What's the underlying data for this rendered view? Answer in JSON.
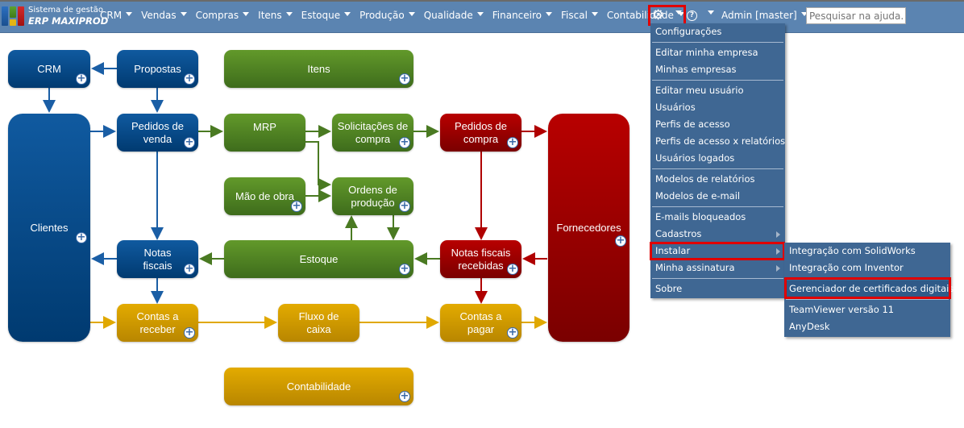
{
  "brand": {
    "line1": "Sistema de gestão",
    "line2": "ERP MAXIPROD"
  },
  "nav": [
    {
      "label": "CRM"
    },
    {
      "label": "Vendas"
    },
    {
      "label": "Compras"
    },
    {
      "label": "Itens"
    },
    {
      "label": "Estoque"
    },
    {
      "label": "Produção"
    },
    {
      "label": "Qualidade"
    },
    {
      "label": "Financeiro"
    },
    {
      "label": "Fiscal"
    },
    {
      "label": "Contabilidade"
    }
  ],
  "icons": {
    "settings": "⚙",
    "help": "?"
  },
  "user": {
    "label": "Admin [master]"
  },
  "search": {
    "placeholder": "Pesquisar na ajuda..."
  },
  "settings_menu": {
    "items": [
      {
        "label": "Configurações"
      },
      {
        "label": "Editar minha empresa"
      },
      {
        "label": "Minhas empresas"
      },
      {
        "label": "Editar meu usuário"
      },
      {
        "label": "Usuários"
      },
      {
        "label": "Perfis de acesso"
      },
      {
        "label": "Perfis de acesso x relatórios"
      },
      {
        "label": "Usuários logados"
      },
      {
        "label": "Modelos de relatórios"
      },
      {
        "label": "Modelos de e-mail"
      },
      {
        "label": "E-mails bloqueados"
      },
      {
        "label": "Cadastros"
      },
      {
        "label": "Instalar"
      },
      {
        "label": "Minha assinatura"
      },
      {
        "label": "Sobre"
      }
    ]
  },
  "install_submenu": {
    "items": [
      {
        "label": "Integração com SolidWorks"
      },
      {
        "label": "Integração com Inventor"
      },
      {
        "label": "Gerenciador de certificados digitais"
      },
      {
        "label": "TeamViewer versão 11"
      },
      {
        "label": "AnyDesk"
      }
    ]
  },
  "diagram": {
    "crm": "CRM",
    "propostas": "Propostas",
    "itens": "Itens",
    "clientes": "Clientes",
    "pedidos_venda": [
      "Pedidos de",
      "venda"
    ],
    "mrp": "MRP",
    "solicitacoes": [
      "Solicitações de",
      "compra"
    ],
    "pedidos_compra": [
      "Pedidos de",
      "compra"
    ],
    "fornecedores": "Fornecedores",
    "mao_obra": "Mão de obra",
    "ordens": [
      "Ordens de",
      "produção"
    ],
    "notas_fiscais": [
      "Notas",
      "fiscais"
    ],
    "estoque": "Estoque",
    "nf_recebidas": [
      "Notas fiscais",
      "recebidas"
    ],
    "contas_receber": [
      "Contas a",
      "receber"
    ],
    "fluxo_caixa": [
      "Fluxo de",
      "caixa"
    ],
    "contas_pagar": [
      "Contas a",
      "pagar"
    ],
    "contabilidade": "Contabilidade",
    "plus": "+"
  }
}
